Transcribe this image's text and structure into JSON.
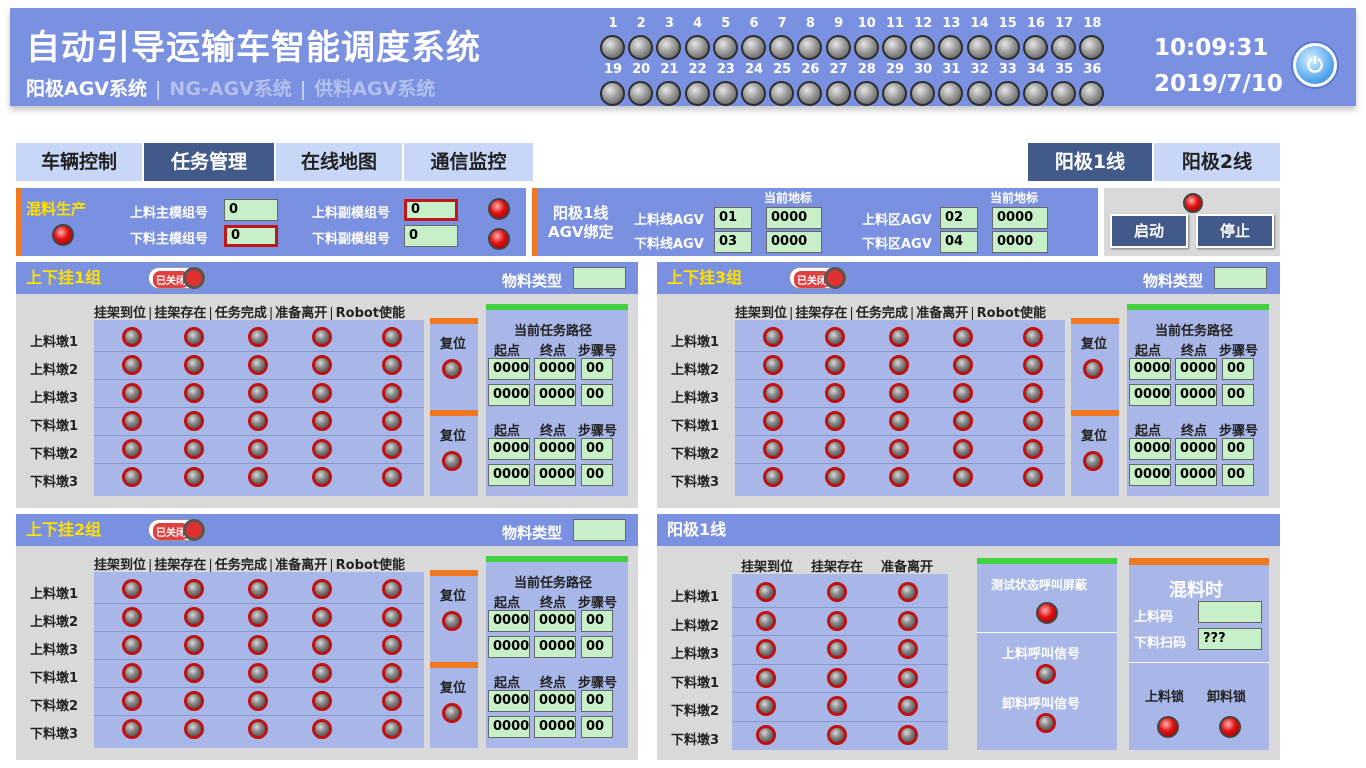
{
  "header": {
    "title": "自动引导运输车智能调度系统",
    "subnav": [
      "阳极AGV系统",
      "NG-AGV系统",
      "供料AGV系统"
    ],
    "time": "10:09:31",
    "date": "2019/7/10",
    "lamps_top": [
      "1",
      "2",
      "3",
      "4",
      "5",
      "6",
      "7",
      "8",
      "9",
      "10",
      "11",
      "12",
      "13",
      "14",
      "15",
      "16",
      "17",
      "18"
    ],
    "lamps_bottom": [
      "19",
      "20",
      "21",
      "22",
      "23",
      "24",
      "25",
      "26",
      "27",
      "28",
      "29",
      "30",
      "31",
      "32",
      "33",
      "34",
      "35",
      "36"
    ]
  },
  "tabs": [
    "车辆控制",
    "任务管理",
    "在线地图",
    "通信监控"
  ],
  "active_tab": "任务管理",
  "line_tabs": [
    "阳极1线",
    "阳极2线"
  ],
  "active_line": "阳极1线",
  "mix": {
    "title": "混料生产",
    "upper_main_label": "上料主模组号",
    "upper_main_value": "0",
    "lower_main_label": "下料主模组号",
    "lower_main_value": "0",
    "upper_sub_label": "上料副模组号",
    "upper_sub_value": "0",
    "lower_sub_label": "下料副模组号",
    "lower_sub_value": "0"
  },
  "bind": {
    "title": "阳极1线\nAGV绑定",
    "title1": "阳极1线",
    "title2": "AGV绑定",
    "cur_label": "当前地标",
    "upline_label": "上料线AGV",
    "upline_value": "01",
    "upline_mark": "0000",
    "downline_label": "下料线AGV",
    "downline_value": "03",
    "downline_mark": "0000",
    "upzone_label": "上料区AGV",
    "upzone_value": "02",
    "upzone_mark": "0000",
    "downzone_label": "下料区AGV",
    "downzone_value": "04",
    "downzone_mark": "0000"
  },
  "control": {
    "start": "启动",
    "stop": "停止"
  },
  "groups": [
    {
      "title": "上下挂1组",
      "toggle": "已关闭",
      "material_label": "物料类型"
    },
    {
      "title": "上下挂3组",
      "toggle": "已关闭",
      "material_label": "物料类型"
    },
    {
      "title": "上下挂2组",
      "toggle": "已关闭",
      "material_label": "物料类型"
    }
  ],
  "group_common": {
    "cols": [
      "挂架到位",
      "挂架存在",
      "任务完成",
      "准备离开",
      "Robot使能"
    ],
    "rows": [
      "上料墩1",
      "上料墩2",
      "上料墩3",
      "下料墩1",
      "下料墩2",
      "下料墩3"
    ],
    "reset": "复位",
    "path_title": "当前任务路径",
    "path_cols": [
      "起点",
      "终点",
      "步骤号"
    ],
    "path_values": [
      "0000",
      "0000",
      "00"
    ]
  },
  "line1": {
    "title": "阳极1线",
    "cols": [
      "挂架到位",
      "挂架存在",
      "准备离开"
    ],
    "rows": [
      "上料墩1",
      "上料墩2",
      "上料墩3",
      "下料墩1",
      "下料墩2",
      "下料墩3"
    ],
    "test_label": "测试状态呼叫屏蔽",
    "up_call": "上料呼叫信号",
    "unload_call": "卸料呼叫信号",
    "mix_title": "混料时",
    "up_code_label": "上料码",
    "up_code_value": "",
    "down_scan_label": "下料扫码",
    "down_scan_value": "???",
    "up_lock": "上料锁",
    "unload_lock": "卸料锁"
  }
}
